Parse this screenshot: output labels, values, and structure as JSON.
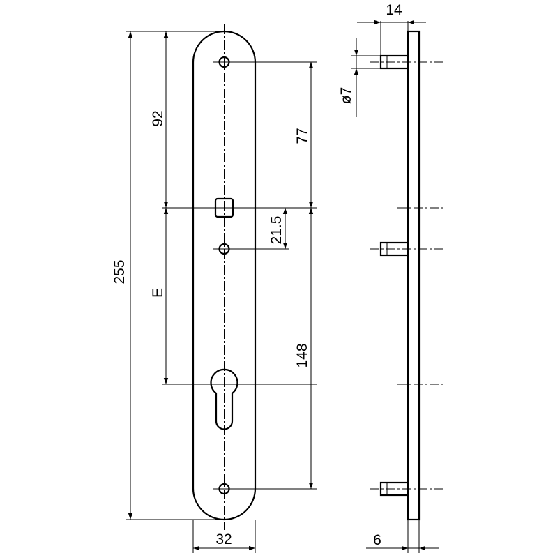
{
  "dimensions": {
    "total_height": "255",
    "upper_to_handle": "92",
    "backset": "E",
    "upper_hole_to_handle": "77",
    "handle_to_screw": "21.5",
    "handle_to_lower_hole": "148",
    "width": "32",
    "stud_length": "14",
    "stud_diameter": "ø7",
    "plate_thickness": "6"
  }
}
